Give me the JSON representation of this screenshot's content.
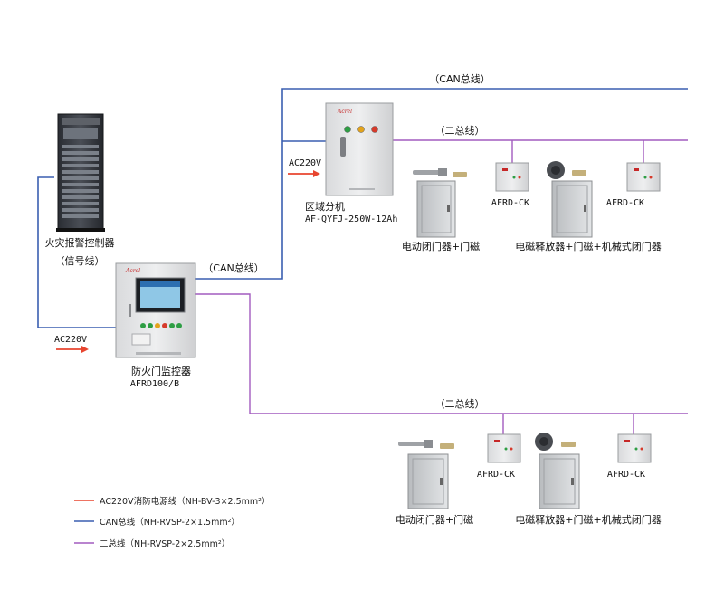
{
  "colors": {
    "can": "#3a5fb0",
    "two_bus": "#a25bbf",
    "ac220v": "#e8452f"
  },
  "labels": {
    "can_bus_top": "（CAN总线）",
    "can_bus_mid": "（CAN总线）",
    "two_bus_top": "（二总线）",
    "two_bus_bottom": "（二总线）",
    "ac220v_left": "AC220V",
    "ac220v_right": "AC220V",
    "fire_alarm_title": "火灾报警控制器",
    "fire_alarm_sub": "（信号线）",
    "monitor_title": "防火门监控器",
    "monitor_model": "AFRD100/B",
    "zone_title": "区域分机",
    "zone_model": "AF-QYFJ-250W-12Ah",
    "afrd_ck": "AFRD-CK",
    "electric_closer": "电动闭门器+门磁",
    "electromagnetic": "电磁释放器+门磁+机械式闭门器"
  },
  "brand": "Acrel",
  "legend": [
    {
      "key": "ac220v",
      "text": "AC220V消防电源线（NH-BV-3×2.5mm²）"
    },
    {
      "key": "can",
      "text": "CAN总线（NH-RVSP-2×1.5mm²）"
    },
    {
      "key": "two_bus",
      "text": "二总线（NH-RVSP-2×2.5mm²）"
    }
  ]
}
